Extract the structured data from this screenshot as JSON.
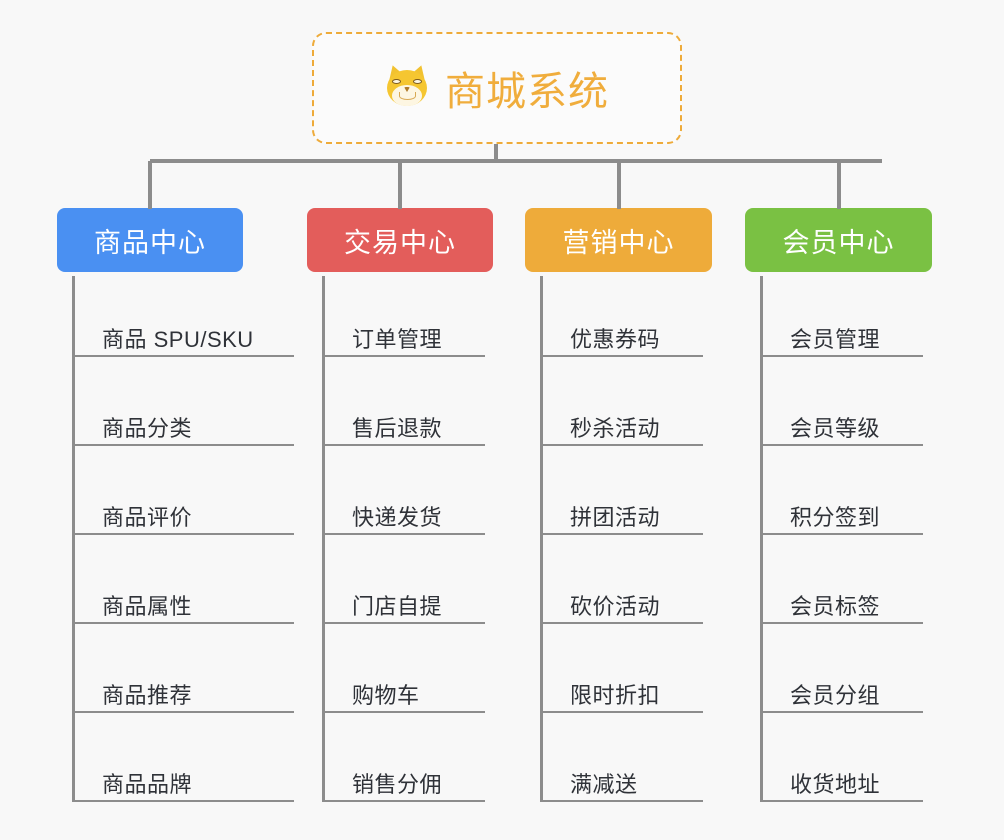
{
  "page": {
    "background_color": "#f8f8f8",
    "line_color": "#8c8c8c",
    "leaf_text_color": "#2f3238"
  },
  "root": {
    "title": "商城系统",
    "icon": "shiba-dog-face-icon",
    "accent_color": "#f0ad3c",
    "border_color": "#eeab3a",
    "card_background": "#fbfbfb"
  },
  "categories": [
    {
      "label": "商品中心",
      "color": "#4a90f2",
      "items": [
        {
          "label": "商品 SPU/SKU"
        },
        {
          "label": "商品分类"
        },
        {
          "label": "商品评价"
        },
        {
          "label": "商品属性"
        },
        {
          "label": "商品推荐"
        },
        {
          "label": "商品品牌"
        }
      ]
    },
    {
      "label": "交易中心",
      "color": "#e35d5b",
      "items": [
        {
          "label": "订单管理"
        },
        {
          "label": "售后退款"
        },
        {
          "label": "快递发货"
        },
        {
          "label": "门店自提"
        },
        {
          "label": "购物车"
        },
        {
          "label": "销售分佣"
        }
      ]
    },
    {
      "label": "营销中心",
      "color": "#eeab3a",
      "items": [
        {
          "label": "优惠券码"
        },
        {
          "label": "秒杀活动"
        },
        {
          "label": "拼团活动"
        },
        {
          "label": "砍价活动"
        },
        {
          "label": "限时折扣"
        },
        {
          "label": "满减送"
        }
      ]
    },
    {
      "label": "会员中心",
      "color": "#7ac143",
      "items": [
        {
          "label": "会员管理"
        },
        {
          "label": "会员等级"
        },
        {
          "label": "积分签到"
        },
        {
          "label": "会员标签"
        },
        {
          "label": "会员分组"
        },
        {
          "label": "收货地址"
        }
      ]
    }
  ]
}
